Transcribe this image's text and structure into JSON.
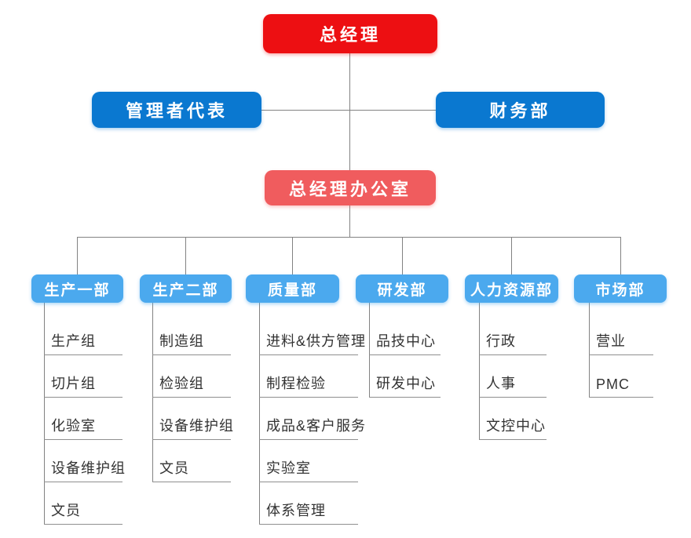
{
  "chart": {
    "type": "org-chart",
    "root": {
      "label": "总经理"
    },
    "level2": [
      {
        "label": "管理者代表"
      },
      {
        "label": "财务部"
      }
    ],
    "office": {
      "label": "总经理办公室"
    },
    "departments": [
      {
        "label": "生产一部",
        "children": [
          "生产组",
          "切片组",
          "化验室",
          "设备维护组",
          "文员"
        ]
      },
      {
        "label": "生产二部",
        "children": [
          "制造组",
          "检验组",
          "设备维护组",
          "文员"
        ]
      },
      {
        "label": "质量部",
        "children": [
          "进料&供方管理",
          "制程检验",
          "成品&客户服务",
          "实验室",
          "体系管理"
        ]
      },
      {
        "label": "研发部",
        "children": [
          "品技中心",
          "研发中心"
        ]
      },
      {
        "label": "人力资源部",
        "children": [
          "行政",
          "人事",
          "文控中心"
        ]
      },
      {
        "label": "市场部",
        "children": [
          "营业",
          "PMC"
        ]
      }
    ],
    "colors": {
      "root_box": "#ed0f12",
      "level2_box": "#0a78d0",
      "office_box": "#f05c5e",
      "department_box": "#4ba9ee",
      "box_text": "#ffffff",
      "connector_line": "#828282",
      "item_underline": "#8f8f8f",
      "item_text": "#333333",
      "background": "#ffffff"
    }
  }
}
